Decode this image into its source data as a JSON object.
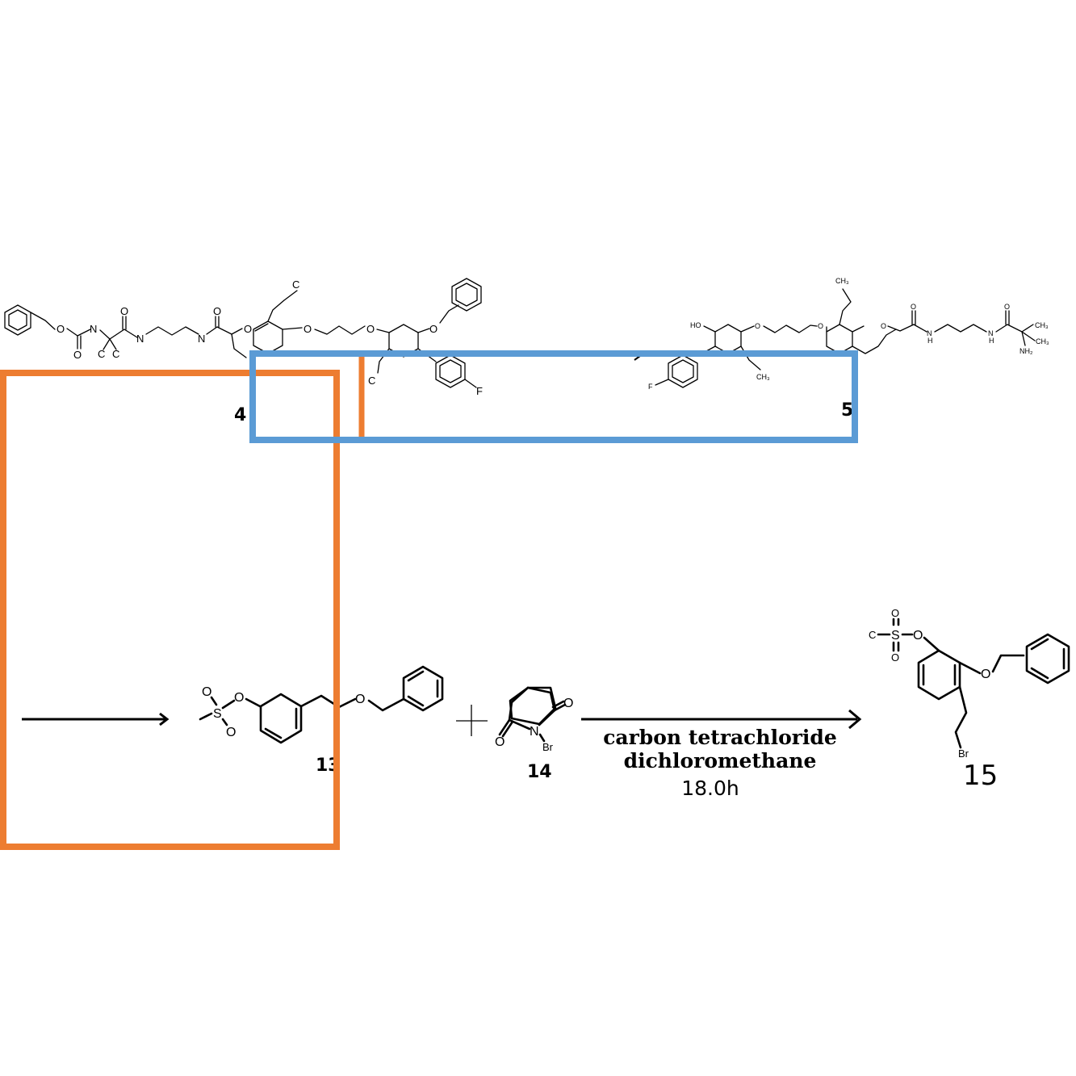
{
  "colors": {
    "orange_box": "#ED7D31",
    "blue_box": "#5B9BD5",
    "ink": "#000000"
  },
  "reaction1": {
    "reactant_label": "4",
    "product_label": "5",
    "atoms4": {
      "O": "O",
      "N": "N",
      "C": "C",
      "F": "F"
    },
    "atoms5": {
      "HO": "HO",
      "O": "O",
      "F": "F",
      "CH3": "CH₃",
      "NH": "N",
      "H": "H",
      "NH2": "NH₂"
    }
  },
  "reaction2": {
    "reactant_label": "13",
    "reagent_label": "14",
    "product_label": "15",
    "conditions": [
      "carbon tetrachloride",
      "dichloromethane"
    ],
    "time": "18.0h",
    "plus": "+",
    "atoms": {
      "O": "O",
      "S": "S",
      "N": "N",
      "Br": "Br",
      "C": "C"
    }
  }
}
